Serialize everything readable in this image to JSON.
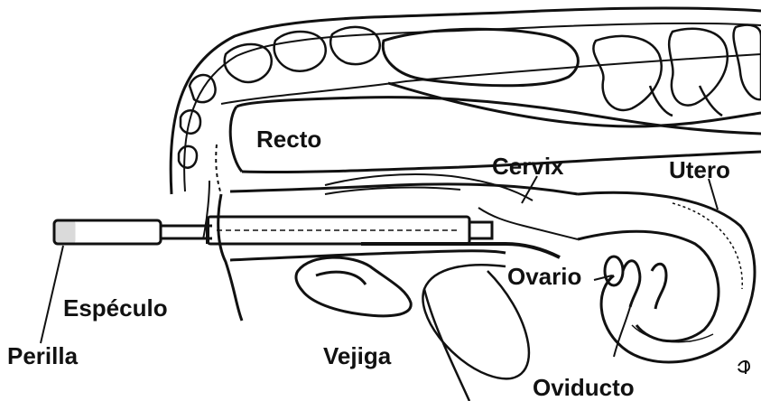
{
  "labels": {
    "recto": "Recto",
    "cervix": "Cervix",
    "utero": "Utero",
    "ovario": "Ovario",
    "especulo": "Espéculo",
    "perilla": "Perilla",
    "vejiga": "Vejiga",
    "oviducto": "Oviducto"
  },
  "colors": {
    "ink": "#111111",
    "paper": "#ffffff"
  }
}
